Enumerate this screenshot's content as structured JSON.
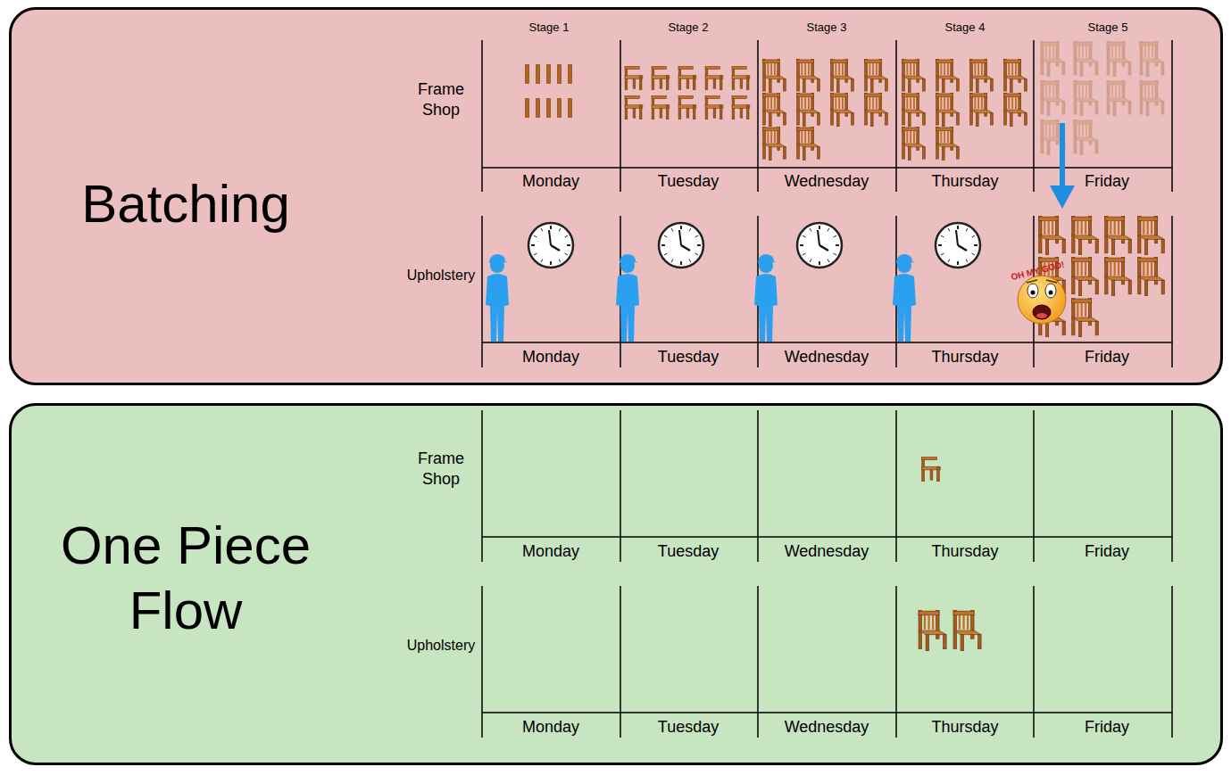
{
  "diagram": {
    "nodes": [
      {
        "text": [
          "Batching"
        ]
      },
      {
        "text": [
          "One Piece Flow"
        ]
      }
    ],
    "labels": [
      "Stage 1",
      "Stage 2",
      "Stage 3",
      "Stage 4",
      "Stage 5",
      "Frame Shop",
      "Monday",
      "Tuesday",
      "Wednesday",
      "Thursday",
      "Friday",
      "Upholstery",
      "Monday",
      "Tuesday",
      "Wednesday",
      "Thursday",
      "Friday",
      "OH MY GOD!",
      "Frame Shop",
      "Monday",
      "Tuesday",
      "Wednesday",
      "Thursday",
      "Friday",
      "Upholstery",
      "Monday",
      "Tuesday",
      "Wednesday",
      "Thursday",
      "Friday"
    ]
  }
}
